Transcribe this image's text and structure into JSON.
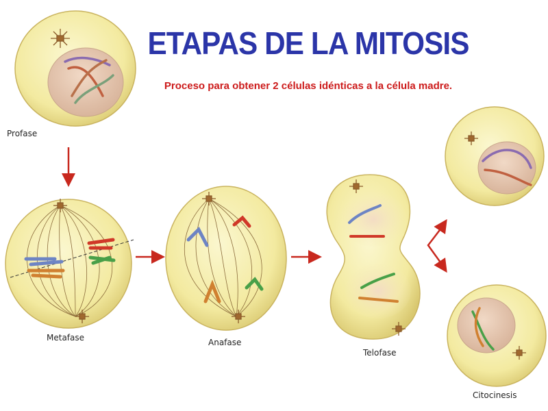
{
  "title": "ETAPAS DE LA MITOSIS",
  "subtitle": "Proceso para obtener 2 células idénticas a la célula madre.",
  "stages": {
    "profase": "Profase",
    "metafase": "Metafase",
    "anafase": "Anafase",
    "telofase": "Telofase",
    "citocinesis": "Citocinesis"
  },
  "colors": {
    "title": "#2b35a8",
    "subtitle": "#cc1a1a",
    "cytoplasm": "#f7f0a8",
    "arrow": "#c8281e"
  }
}
